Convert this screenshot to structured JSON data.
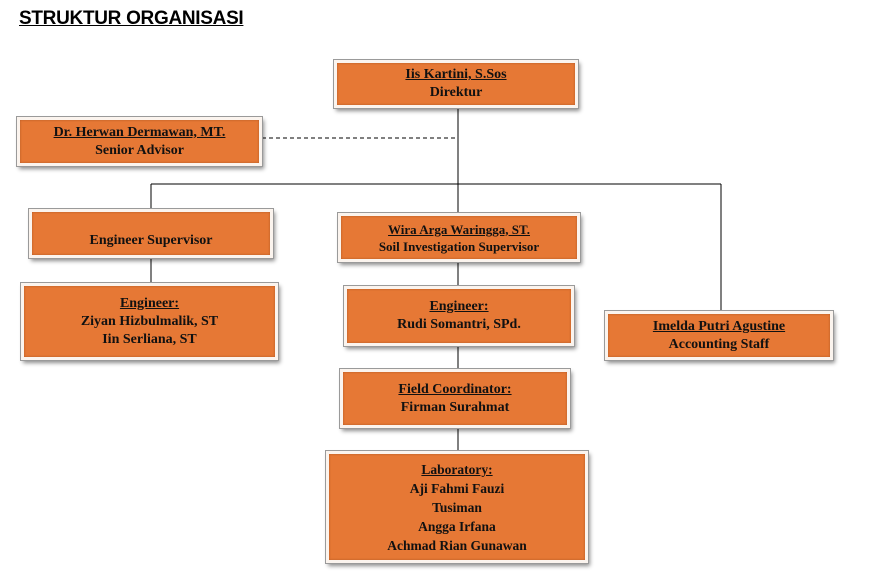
{
  "title": "STRUKTUR ORGANISASI",
  "nodes": {
    "direktur": {
      "name": "Iis Kartini, S.Sos",
      "role": "Direktur"
    },
    "advisor": {
      "name": "Dr. Herwan Dermawan, MT.",
      "role": "Senior Advisor"
    },
    "engineer_supervisor": {
      "role": "Engineer Supervisor"
    },
    "soil_supervisor": {
      "name": "Wira Arga Waringga, ST.",
      "role": "Soil Investigation Supervisor"
    },
    "engineer_left": {
      "heading": "Engineer:",
      "members": [
        "Ziyan Hizbulmalik,  ST",
        "Iin Serliana, ST"
      ]
    },
    "engineer_center": {
      "heading": "Engineer:",
      "members": [
        "Rudi Somantri,  SPd."
      ]
    },
    "accounting": {
      "name": "Imelda Putri Agustine",
      "role": "Accounting Staff"
    },
    "field_coordinator": {
      "heading": "Field Coordinator:",
      "members": [
        "Firman Surahmat"
      ]
    },
    "laboratory": {
      "heading": "Laboratory:",
      "members": [
        "Aji Fahmi Fauzi",
        "Tusiman",
        "Angga Irfana",
        "Achmad Rian Gunawan"
      ]
    }
  },
  "colors": {
    "box_fill": "#e67835",
    "box_border": "#fbf4ee",
    "line": "#000000"
  }
}
